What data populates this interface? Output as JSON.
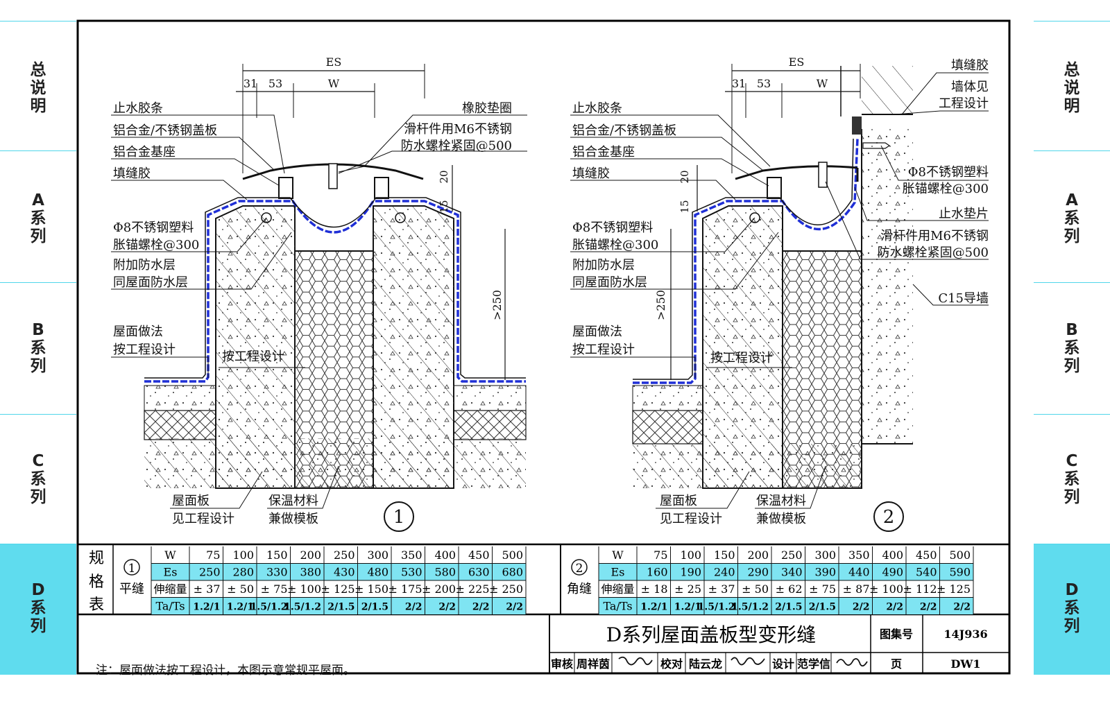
{
  "side_labels": [
    {
      "id": "general",
      "text": [
        "总",
        "说",
        "明"
      ]
    },
    {
      "id": "a",
      "text": [
        "A",
        "系",
        "列"
      ]
    },
    {
      "id": "b",
      "text": [
        "B",
        "系",
        "列"
      ]
    },
    {
      "id": "c",
      "text": [
        "C",
        "系",
        "列"
      ]
    },
    {
      "id": "d",
      "text": [
        "D",
        "系",
        "列"
      ]
    }
  ],
  "detail1": {
    "number": "1",
    "dims": {
      "es": "ES",
      "d31": "31",
      "d53": "53",
      "w": "W",
      "d20": "20",
      "d15": "15",
      "h250": ">250"
    },
    "labels": {
      "seal_strip": "止水胶条",
      "cover_plate": "铝合金/不锈钢盖板",
      "alu_base": "铝合金基座",
      "filler": "填缝胶",
      "bolt_line1": "Φ8不锈钢塑料",
      "bolt_line2": "胀锚螺栓@300",
      "extra_wp_line1": "附加防水层",
      "extra_wp_line2": "同屋面防水层",
      "roof_line1": "屋面做法",
      "roof_line2": "按工程设计",
      "per_design": "按工程设计",
      "rubber_washer": "橡胶垫圈",
      "slide_line1": "滑杆件用M6不锈钢",
      "slide_line2": "防水螺栓紧固@500",
      "slab_line1": "屋面板",
      "slab_line2": "见工程设计",
      "insul_line1": "保温材料",
      "insul_line2": "兼做模板"
    }
  },
  "detail2": {
    "number": "2",
    "dims": {
      "es": "ES",
      "d31": "31",
      "d53": "53",
      "w": "W",
      "d20": "20",
      "d15": "15",
      "h250": ">250"
    },
    "labels": {
      "seal_strip": "止水胶条",
      "cover_plate": "铝合金/不锈钢盖板",
      "alu_base": "铝合金基座",
      "filler": "填缝胶",
      "bolt_line1": "Φ8不锈钢塑料",
      "bolt_line2": "胀锚螺栓@300",
      "extra_wp_line1": "附加防水层",
      "extra_wp_line2": "同屋面防水层",
      "roof_line1": "屋面做法",
      "roof_line2": "按工程设计",
      "per_design": "按工程设计",
      "right_filler": "填缝胶",
      "wall_line1": "墙体见",
      "wall_line2": "工程设计",
      "r_bolt_line1": "Φ8不锈钢塑料",
      "r_bolt_line2": "胀锚螺栓@300",
      "water_pad": "止水垫片",
      "slide_line1": "滑杆件用M6不锈钢",
      "slide_line2": "防水螺栓紧固@500",
      "guide_wall": "C15导墙",
      "slab_line1": "屋面板",
      "slab_line2": "见工程设计",
      "insul_line1": "保温材料",
      "insul_line2": "兼做模板"
    }
  },
  "spec_table": {
    "title_chars": [
      "规",
      "格",
      "表"
    ],
    "t1": {
      "num": "1",
      "name": "平缝",
      "rows": [
        {
          "label": "W",
          "values": [
            "75",
            "100",
            "150",
            "200",
            "250",
            "300",
            "350",
            "400",
            "450",
            "500"
          ]
        },
        {
          "label": "Es",
          "values": [
            "250",
            "280",
            "330",
            "380",
            "430",
            "480",
            "530",
            "580",
            "630",
            "680"
          ]
        },
        {
          "label": "伸缩量",
          "values": [
            "± 37",
            "± 50",
            "± 75",
            "± 100",
            "± 125",
            "± 150",
            "± 175",
            "± 200",
            "± 225",
            "± 250"
          ]
        },
        {
          "label": "Ta/Ts",
          "values": [
            "1.2/1",
            "1.2/1",
            "1.5/1.2",
            "1.5/1.2",
            "2/1.5",
            "2/1.5",
            "2/2",
            "2/2",
            "2/2",
            "2/2"
          ]
        }
      ]
    },
    "t2": {
      "num": "2",
      "name": "角缝",
      "rows": [
        {
          "label": "W",
          "values": [
            "75",
            "100",
            "150",
            "200",
            "250",
            "300",
            "350",
            "400",
            "450",
            "500"
          ]
        },
        {
          "label": "Es",
          "values": [
            "160",
            "190",
            "240",
            "290",
            "340",
            "390",
            "440",
            "490",
            "540",
            "590"
          ]
        },
        {
          "label": "伸缩量",
          "values": [
            "± 18",
            "± 25",
            "± 37",
            "± 50",
            "± 62",
            "± 75",
            "± 87",
            "± 100",
            "± 112",
            "± 125"
          ]
        },
        {
          "label": "Ta/Ts",
          "values": [
            "1.2/1",
            "1.2/1",
            "1.5/1.2",
            "1.5/1.2",
            "2/1.5",
            "2/1.5",
            "2/2",
            "2/2",
            "2/2",
            "2/2"
          ]
        }
      ]
    }
  },
  "title_block": {
    "title": "D系列屋面盖板型变形缝",
    "atlas_label": "图集号",
    "atlas_no": "14J936",
    "page_label": "页",
    "page_no": "DW1",
    "review_label": "审核",
    "reviewer": "周祥茵",
    "check_label": "校对",
    "checker": "陆云龙",
    "design_label": "设计",
    "designer": "范学信"
  },
  "note": "注：屋面做法按工程设计，本图示意常规平屋面。",
  "colors": {
    "band": "#5fdcee",
    "band_line": "#4fd6ea",
    "waterproof": "#1f2fd6",
    "table_fill": "#7fe4f2"
  }
}
